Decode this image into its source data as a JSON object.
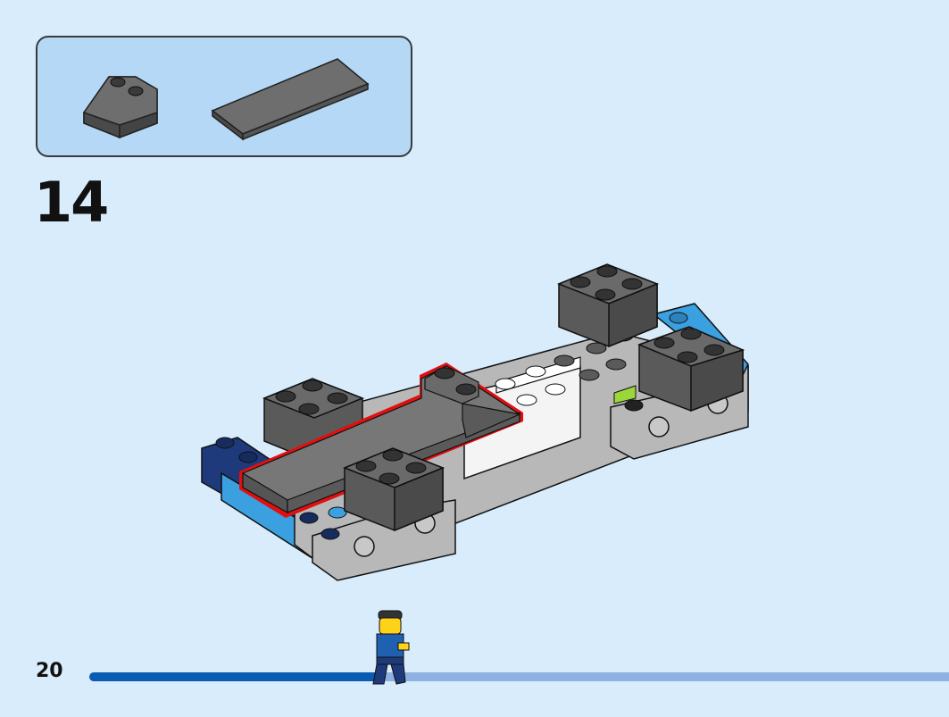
{
  "step": {
    "number": "14"
  },
  "page": {
    "number": "20"
  },
  "progress": {
    "fraction": 0.345
  },
  "parts_callout": {
    "parts": [
      {
        "name": "slope-brick-2x2",
        "color": "#6b6b6b",
        "qty": 1
      },
      {
        "name": "tile-2x6",
        "color": "#6b6b6b",
        "qty": 1
      }
    ]
  },
  "colors": {
    "background": "#d8ecfb",
    "callout_bg": "#b4d8f5",
    "dark_gray": "#5a5a5a",
    "light_gray": "#b8b8b8",
    "white": "#f4f4f4",
    "dark_blue": "#1e3a7a",
    "medium_blue": "#3aa0e0",
    "highlight_red": "#e01010",
    "progress_fill": "#0a5cb2",
    "progress_track": "#8eb0e2"
  }
}
